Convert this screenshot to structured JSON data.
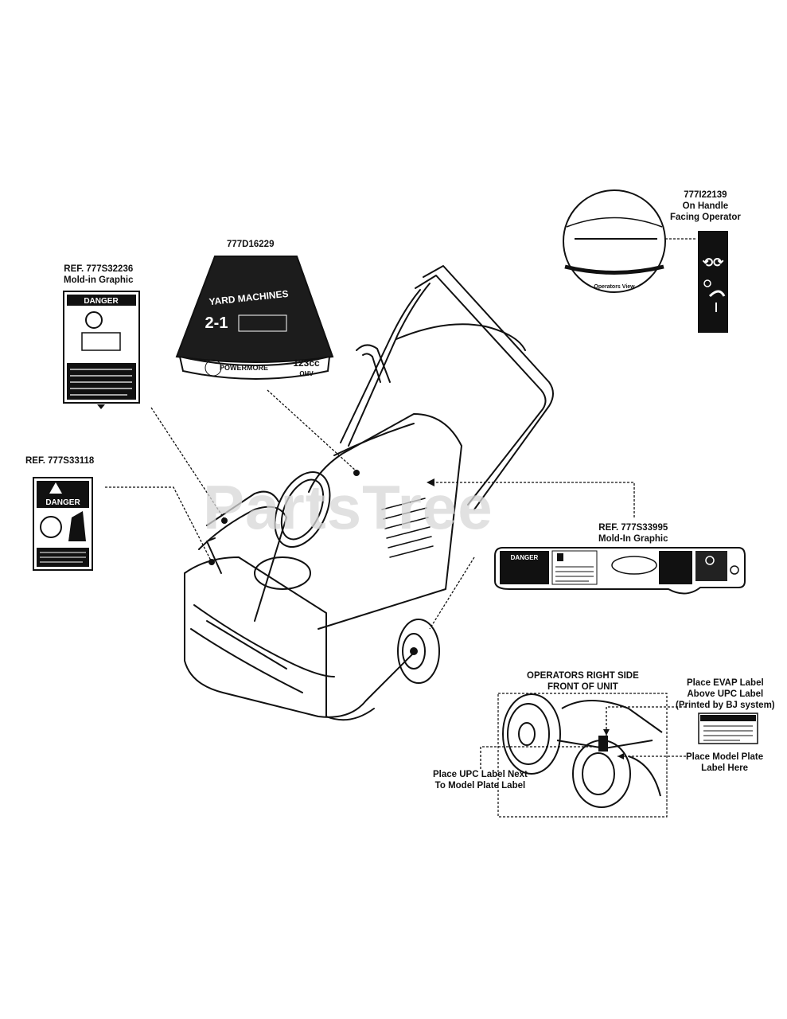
{
  "watermark": "PartsTree",
  "labels": {
    "handle_decal": {
      "part": "777I22139",
      "line1": "On Handle",
      "line2": "Facing Operator"
    },
    "hood_decal": {
      "part": "777D16229"
    },
    "chute_decal": {
      "ref": "REF. 777S32236",
      "note": "Mold-in Graphic"
    },
    "auger_decal": {
      "ref": "REF. 777S33118"
    },
    "dash_decal": {
      "ref": "REF. 777S33995",
      "note": "Mold-In Graphic"
    },
    "right_side": {
      "line1": "OPERATORS RIGHT SIDE",
      "line2": "FRONT OF UNIT"
    },
    "evap": {
      "line1": "Place EVAP Label",
      "line2": "Above UPC Label",
      "line3": "(Printed by BJ system)"
    },
    "model_plate": {
      "line1": "Place Model Plate",
      "line2": "Label Here"
    },
    "upc": {
      "line1": "Place UPC Label Next",
      "line2": "To Model Plate Label"
    }
  },
  "decals": {
    "hood_brand": "YARD MACHINES",
    "hood_model": "2-1",
    "hood_engine_brand": "POWERMORE",
    "hood_cc": "123cc",
    "hood_ohv": "OHV",
    "danger_word": "DANGER",
    "handle_view": "Operators View"
  }
}
